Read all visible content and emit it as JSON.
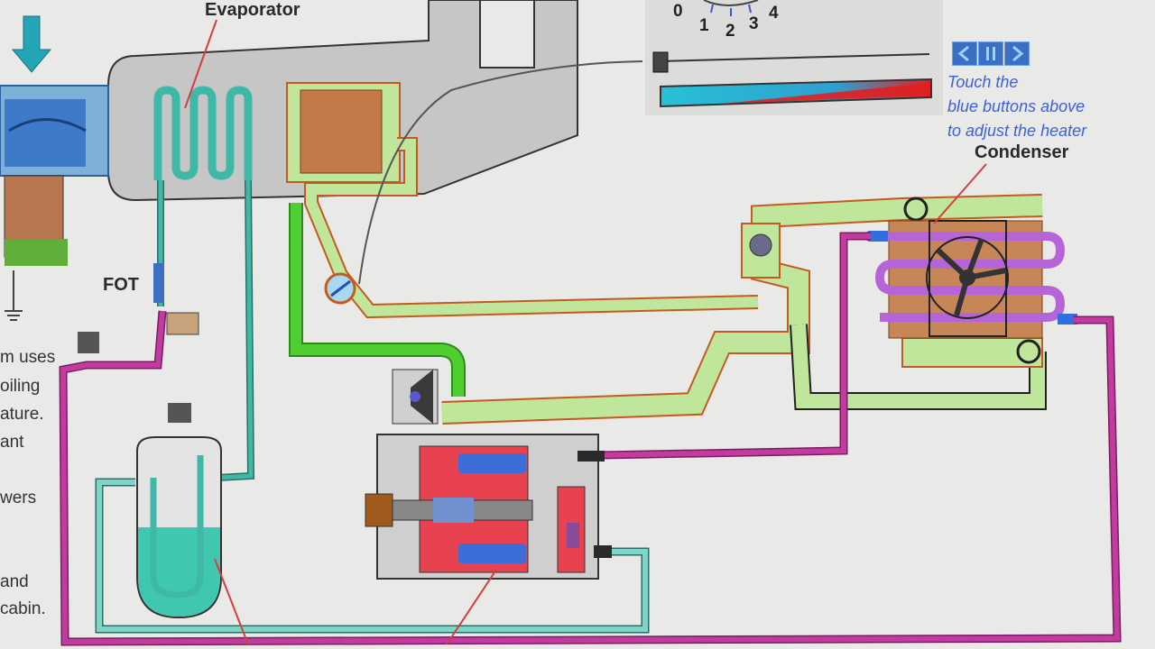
{
  "labels": {
    "evaporator": "Evaporator",
    "condenser": "Condenser",
    "fot": "FOT"
  },
  "dial": {
    "numbers": [
      "0",
      "1",
      "2",
      "3",
      "4"
    ]
  },
  "heater_controls": {
    "buttons": [
      "back-button",
      "pause-button",
      "forward-button"
    ],
    "icons": [
      "triangle-left-icon",
      "pause-icon",
      "triangle-right-icon"
    ],
    "hint_lines": [
      "Touch the",
      "blue buttons above",
      "to adjust the heater"
    ]
  },
  "side_text": [
    "m uses",
    "oiling",
    "ature.",
    "ant",
    "wers",
    "and",
    "cabin."
  ],
  "colors": {
    "liquid_line": "#c13c9c",
    "low_pressure_line": "#3fb8a8",
    "suction_line": "#bfe69a",
    "refrigerant_vapor": "#4fcf2f",
    "condenser_coil": "#b565d8",
    "compressor_body": "#e8414f",
    "temp_bar_cold": "#27c1d6",
    "temp_bar_hot": "#e02020"
  }
}
